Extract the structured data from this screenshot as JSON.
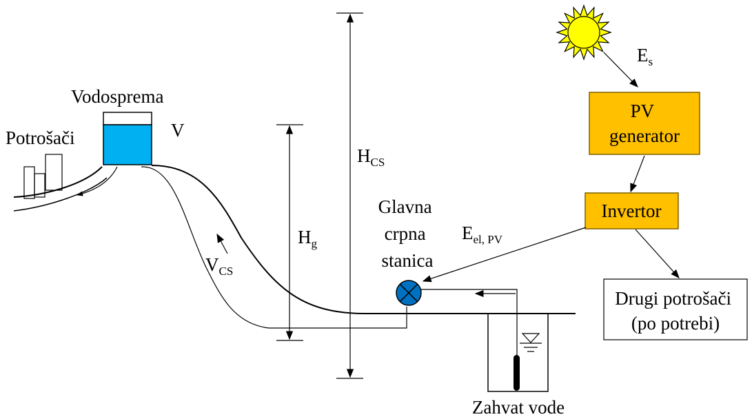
{
  "labels": {
    "reservoir": "Vodosprema",
    "volume": "V",
    "consumers": "Potrošači",
    "total_head": "H",
    "total_head_sub": "CS",
    "geodetic_head": "H",
    "geodetic_head_sub": "g",
    "pumped_volume": "V",
    "pumped_volume_sub": "CS",
    "pump_station": [
      "Glavna",
      "crpna",
      "stanica"
    ],
    "pv_energy": "E",
    "pv_energy_sub": "el, PV",
    "solar_energy": "E",
    "solar_energy_sub": "s",
    "pv_generator": [
      "PV",
      "generator"
    ],
    "inverter": "Invertor",
    "other_consumers": [
      "Drugi potrošači",
      "(po potrebi)"
    ],
    "water_intake": "Zahvat vode"
  },
  "colors": {
    "water": "#00b0f0",
    "pv_box": "#ffc000",
    "pump": "#0070c0",
    "sun": "#ffff00",
    "box_stroke": "#7f6000"
  },
  "icons": {
    "sun": "sun-icon",
    "pump": "pump-icon",
    "water_level": "water-level-icon"
  }
}
